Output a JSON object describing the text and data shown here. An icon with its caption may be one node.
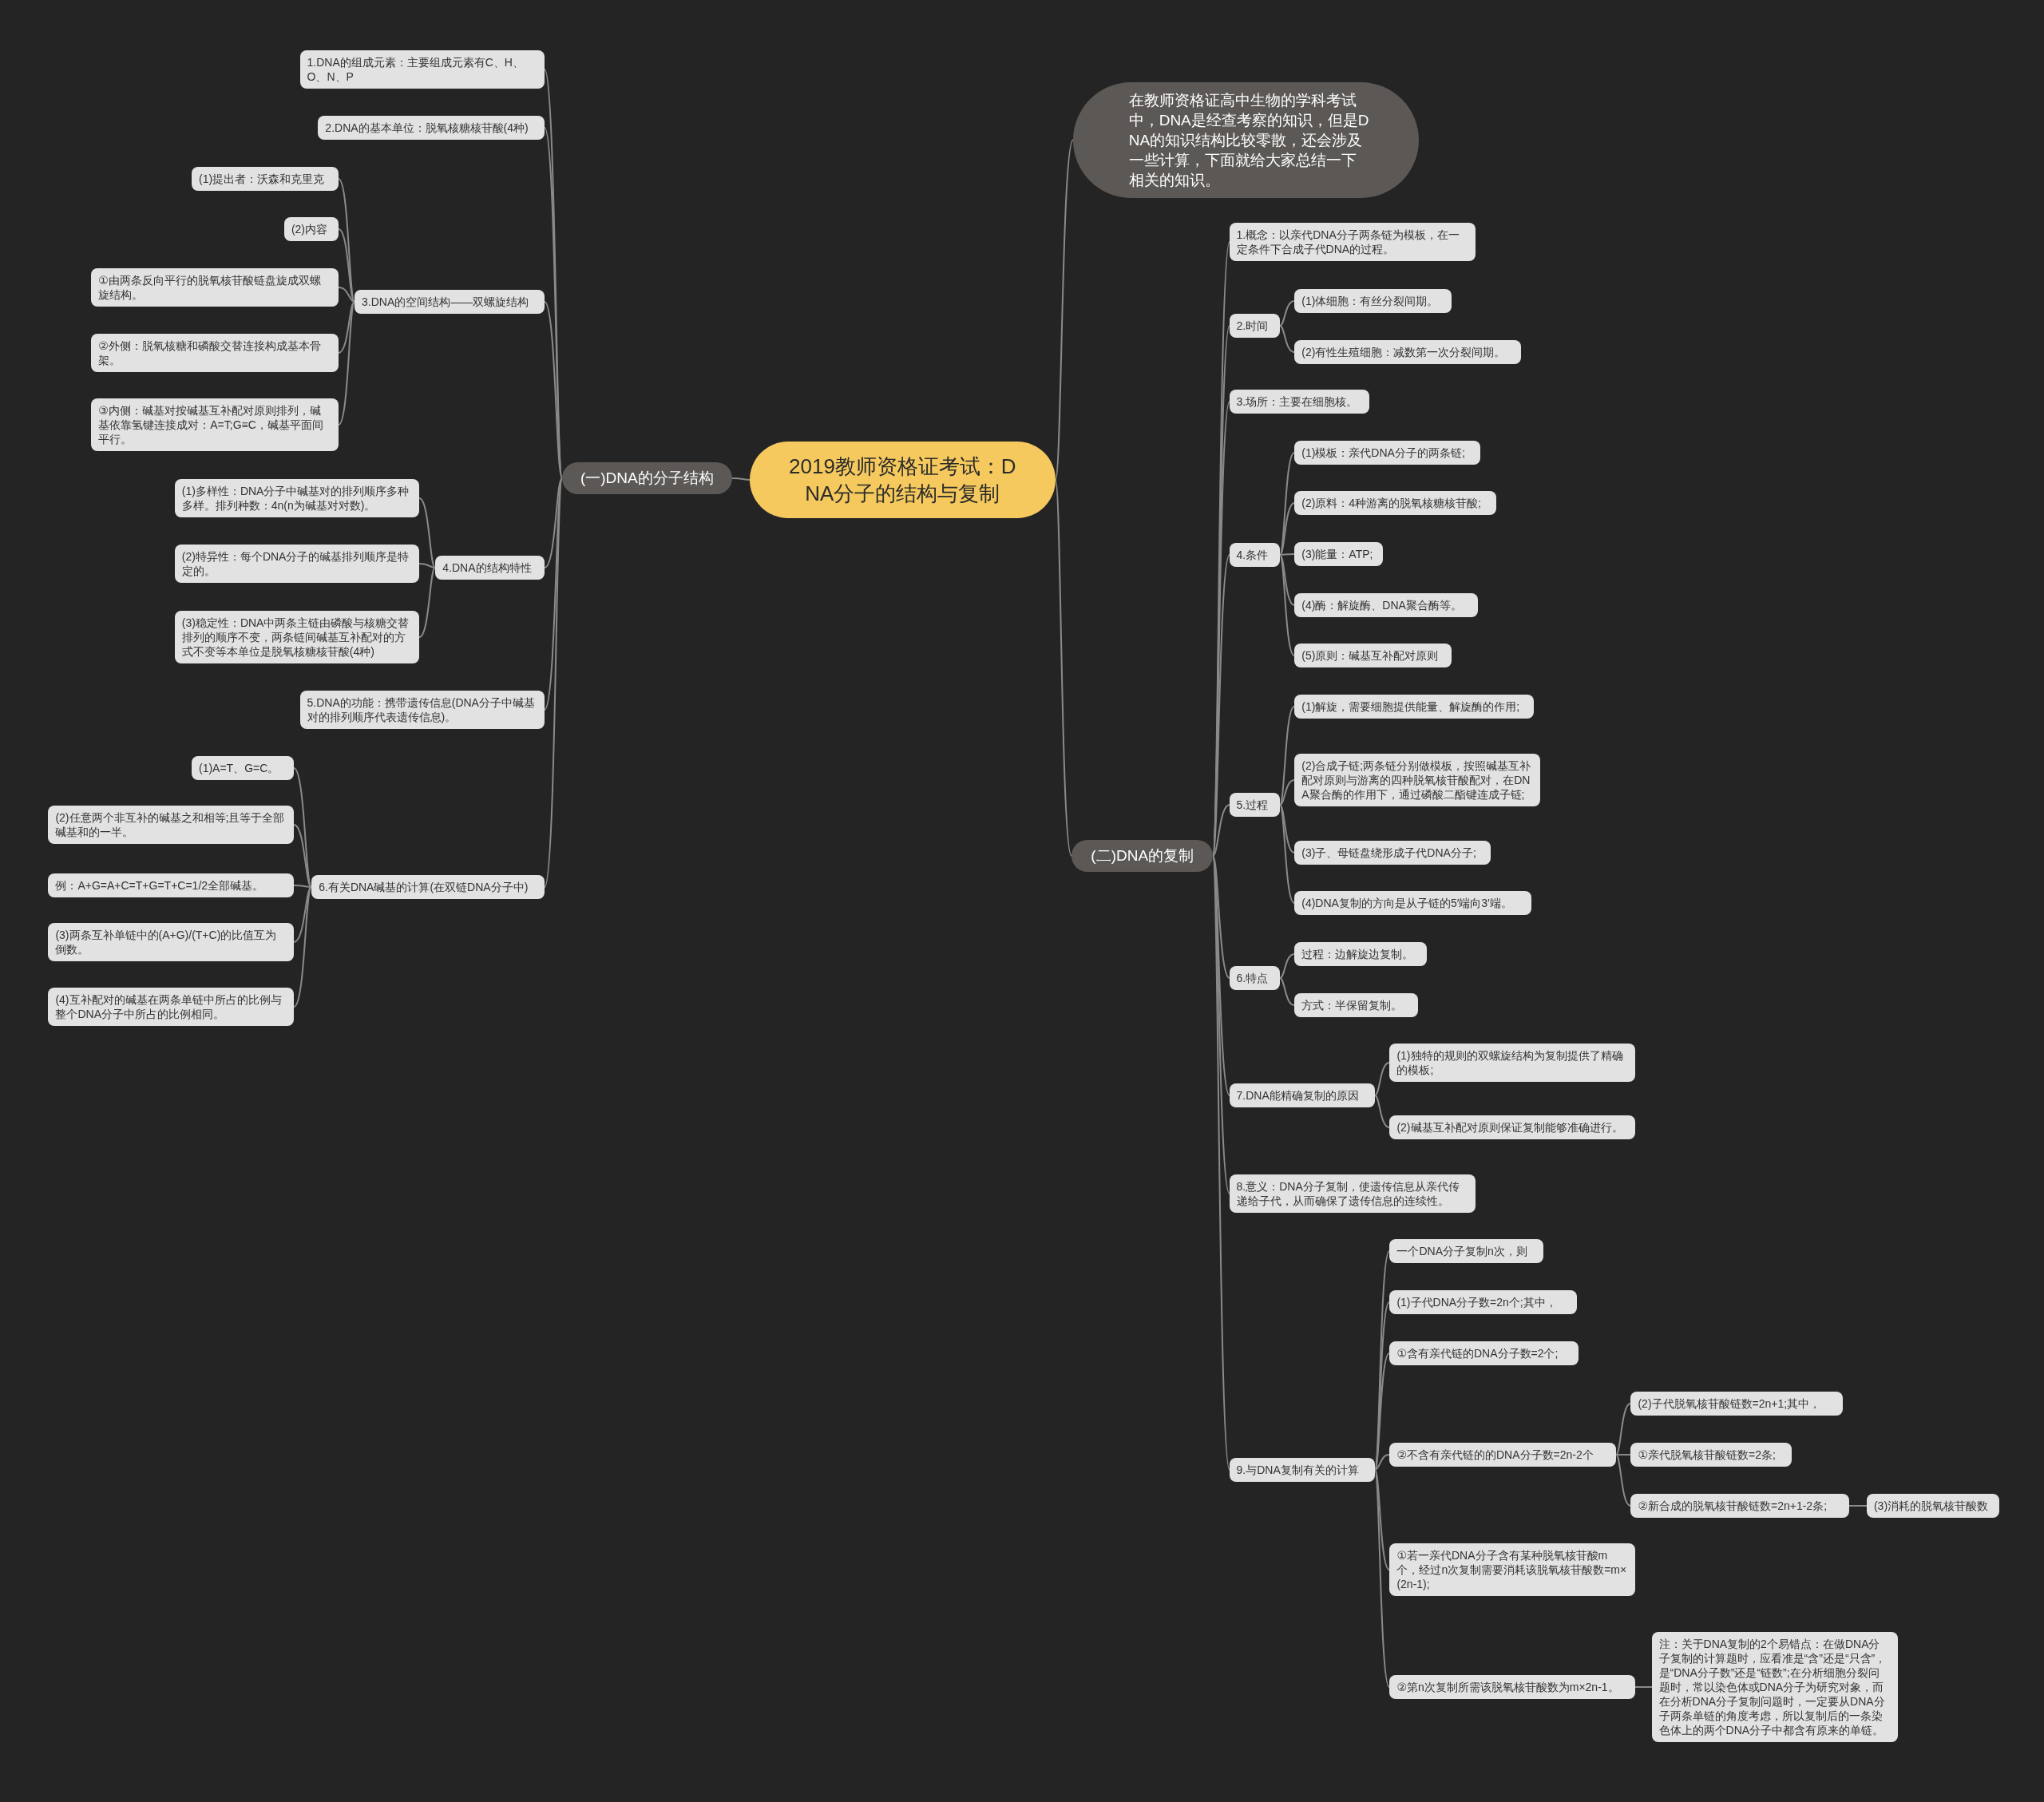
{
  "diagram": {
    "nodes": [
      {
        "text": [
          "2019教师资格证考试：DNA分子的结构与复制"
        ]
      },
      {
        "text": [
          "在教师资格证高中生物的学科考试中，DNA是经查考察的知识，但是DNA的知识结构比较零散，还会涉及一些计算，下面就给大家总结一下相关的知识。"
        ]
      },
      {
        "text": [
          "(一)DNA的分子结构"
        ]
      },
      {
        "text": [
          "1.DNA的组成元素：主要组成元素有C、H、O、N、P"
        ]
      },
      {
        "text": [
          "2.DNA的基本单位：脱氧核糖核苷酸(4种)"
        ]
      },
      {
        "text": [
          "3.DNA的空间结构——双螺旋结构"
        ]
      },
      {
        "text": [
          "(1)提出者：沃森和克里克"
        ]
      },
      {
        "text": [
          "(2)内容"
        ]
      },
      {
        "text": [
          "①由两条反向平行的脱氧核苷酸链盘旋成双螺旋结构。"
        ]
      },
      {
        "text": [
          "②外侧：脱氧核糖和磷酸交替连接构成基本骨架。"
        ]
      },
      {
        "text": [
          "③内侧：碱基对按碱基互补配对原则排列，碱基依靠氢键连接成对：A=T;G≡C，碱基平面间平行。"
        ]
      },
      {
        "text": [
          "4.DNA的结构特性"
        ]
      },
      {
        "text": [
          "(1)多样性：DNA分子中碱基对的排列顺序多种多样。排列种数：4n(n为碱基对对数)。"
        ]
      },
      {
        "text": [
          "(2)特异性：每个DNA分子的碱基排列顺序是特定的。"
        ]
      },
      {
        "text": [
          "(3)稳定性：DNA中两条主链由磷酸与核糖交替排列的顺序不变，两条链间碱基互补配对的方式不变等本单位是脱氧核糖核苷酸(4种)"
        ]
      },
      {
        "text": [
          "5.DNA的功能：携带遗传信息(DNA分子中碱基对的排列顺序代表遗传信息)。"
        ]
      },
      {
        "text": [
          "6.有关DNA碱基的计算(在双链DNA分子中)"
        ]
      },
      {
        "text": [
          "(1)A=T、G=C。"
        ]
      },
      {
        "text": [
          "(2)任意两个非互补的碱基之和相等;且等于全部碱基和的一半。"
        ]
      },
      {
        "text": [
          "例：A+G=A+C=T+G=T+C=1/2全部碱基。"
        ]
      },
      {
        "text": [
          "(3)两条互补单链中的(A+G)/(T+C)的比值互为倒数。"
        ]
      },
      {
        "text": [
          "(4)互补配对的碱基在两条单链中所占的比例与整个DNA分子中所占的比例相同。"
        ]
      },
      {
        "text": [
          "(二)DNA的复制"
        ]
      },
      {
        "text": [
          "1.概念：以亲代DNA分子两条链为模板，在一定条件下合成子代DNA的过程。"
        ]
      },
      {
        "text": [
          "2.时间"
        ]
      },
      {
        "text": [
          "(1)体细胞：有丝分裂间期。"
        ]
      },
      {
        "text": [
          "(2)有性生殖细胞：减数第一次分裂间期。"
        ]
      },
      {
        "text": [
          "3.场所：主要在细胞核。"
        ]
      },
      {
        "text": [
          "4.条件"
        ]
      },
      {
        "text": [
          "(1)模板：亲代DNA分子的两条链;"
        ]
      },
      {
        "text": [
          "(2)原料：4种游离的脱氧核糖核苷酸;"
        ]
      },
      {
        "text": [
          "(3)能量：ATP;"
        ]
      },
      {
        "text": [
          "(4)酶：解旋酶、DNA聚合酶等。"
        ]
      },
      {
        "text": [
          "(5)原则：碱基互补配对原则"
        ]
      },
      {
        "text": [
          "5.过程"
        ]
      },
      {
        "text": [
          "(1)解旋，需要细胞提供能量、解旋酶的作用;"
        ]
      },
      {
        "text": [
          "(2)合成子链;两条链分别做模板，按照碱基互补配对原则与游离的四种脱氧核苷酸配对，在DNA聚合酶的作用下，通过磷酸二酯键连成子链;"
        ]
      },
      {
        "text": [
          "(3)子、母链盘绕形成子代DNA分子;"
        ]
      },
      {
        "text": [
          "(4)DNA复制的方向是从子链的5′端向3′端。"
        ]
      },
      {
        "text": [
          "6.特点"
        ]
      },
      {
        "text": [
          "过程：边解旋边复制。"
        ]
      },
      {
        "text": [
          "方式：半保留复制。"
        ]
      },
      {
        "text": [
          "7.DNA能精确复制的原因"
        ]
      },
      {
        "text": [
          "(1)独特的规则的双螺旋结构为复制提供了精确的模板;"
        ]
      },
      {
        "text": [
          "(2)碱基互补配对原则保证复制能够准确进行。"
        ]
      },
      {
        "text": [
          "8.意义：DNA分子复制，使遗传信息从亲代传递给子代，从而确保了遗传信息的连续性。"
        ]
      },
      {
        "text": [
          "9.与DNA复制有关的计算"
        ]
      },
      {
        "text": [
          "一个DNA分子复制n次，则"
        ]
      },
      {
        "text": [
          "(1)子代DNA分子数=2n个;其中，"
        ]
      },
      {
        "text": [
          "①含有亲代链的DNA分子数=2个;"
        ]
      },
      {
        "text": [
          "②不含有亲代链的的DNA分子数=2n-2个"
        ]
      },
      {
        "text": [
          "(2)子代脱氧核苷酸链数=2n+1;其中，"
        ]
      },
      {
        "text": [
          "①亲代脱氧核苷酸链数=2条;"
        ]
      },
      {
        "text": [
          "②新合成的脱氧核苷酸链数=2n+1-2条;"
        ]
      },
      {
        "text": [
          "(3)消耗的脱氧核苷酸数"
        ]
      },
      {
        "text": [
          "①若一亲代DNA分子含有某种脱氧核苷酸m个，经过n次复制需要消耗该脱氧核苷酸数=m×(2n-1);"
        ]
      },
      {
        "text": [
          "②第n次复制所需该脱氧核苷酸数为m×2n-1。"
        ]
      },
      {
        "text": [
          "注：关于DNA复制的2个易错点：在做DNA分子复制的计算题时，应看准是“含”还是“只含”，是“DNA分子数”还是“链数”;在分析细胞分裂问题时，常以染色体或DNA分子为研究对象，而在分析DNA分子复制问题时，一定要从DNA分子两条单链的角度考虑，所以复制后的一条染色体上的两个DNA分子中都含有原来的单链。"
        ]
      }
    ],
    "edges": [
      {
        "from": 0,
        "to": 1,
        "arrow": "none"
      },
      {
        "from": 0,
        "to": 2,
        "arrow": "none"
      },
      {
        "from": 0,
        "to": 22,
        "arrow": "none"
      },
      {
        "from": 2,
        "to": 3,
        "arrow": "none"
      },
      {
        "from": 2,
        "to": 4,
        "arrow": "none"
      },
      {
        "from": 2,
        "to": 5,
        "arrow": "none"
      },
      {
        "from": 2,
        "to": 11,
        "arrow": "none"
      },
      {
        "from": 2,
        "to": 15,
        "arrow": "none"
      },
      {
        "from": 2,
        "to": 16,
        "arrow": "none"
      },
      {
        "from": 5,
        "to": 6,
        "arrow": "none"
      },
      {
        "from": 5,
        "to": 7,
        "arrow": "none"
      },
      {
        "from": 5,
        "to": 8,
        "arrow": "none"
      },
      {
        "from": 5,
        "to": 9,
        "arrow": "none"
      },
      {
        "from": 5,
        "to": 10,
        "arrow": "none"
      },
      {
        "from": 11,
        "to": 12,
        "arrow": "none"
      },
      {
        "from": 11,
        "to": 13,
        "arrow": "none"
      },
      {
        "from": 11,
        "to": 14,
        "arrow": "none"
      },
      {
        "from": 16,
        "to": 17,
        "arrow": "none"
      },
      {
        "from": 16,
        "to": 18,
        "arrow": "none"
      },
      {
        "from": 16,
        "to": 19,
        "arrow": "none"
      },
      {
        "from": 16,
        "to": 20,
        "arrow": "none"
      },
      {
        "from": 16,
        "to": 21,
        "arrow": "none"
      },
      {
        "from": 22,
        "to": 23,
        "arrow": "none"
      },
      {
        "from": 22,
        "to": 24,
        "arrow": "none"
      },
      {
        "from": 22,
        "to": 27,
        "arrow": "none"
      },
      {
        "from": 22,
        "to": 28,
        "arrow": "none"
      },
      {
        "from": 22,
        "to": 34,
        "arrow": "none"
      },
      {
        "from": 22,
        "to": 39,
        "arrow": "none"
      },
      {
        "from": 22,
        "to": 42,
        "arrow": "none"
      },
      {
        "from": 22,
        "to": 45,
        "arrow": "none"
      },
      {
        "from": 22,
        "to": 46,
        "arrow": "none"
      },
      {
        "from": 24,
        "to": 25,
        "arrow": "none"
      },
      {
        "from": 24,
        "to": 26,
        "arrow": "none"
      },
      {
        "from": 28,
        "to": 29,
        "arrow": "none"
      },
      {
        "from": 28,
        "to": 30,
        "arrow": "none"
      },
      {
        "from": 28,
        "to": 31,
        "arrow": "none"
      },
      {
        "from": 28,
        "to": 32,
        "arrow": "none"
      },
      {
        "from": 28,
        "to": 33,
        "arrow": "none"
      },
      {
        "from": 34,
        "to": 35,
        "arrow": "none"
      },
      {
        "from": 34,
        "to": 36,
        "arrow": "none"
      },
      {
        "from": 34,
        "to": 37,
        "arrow": "none"
      },
      {
        "from": 34,
        "to": 38,
        "arrow": "none"
      },
      {
        "from": 39,
        "to": 40,
        "arrow": "none"
      },
      {
        "from": 39,
        "to": 41,
        "arrow": "none"
      },
      {
        "from": 42,
        "to": 43,
        "arrow": "none"
      },
      {
        "from": 42,
        "to": 44,
        "arrow": "none"
      },
      {
        "from": 46,
        "to": 47,
        "arrow": "none"
      },
      {
        "from": 46,
        "to": 48,
        "arrow": "none"
      },
      {
        "from": 46,
        "to": 49,
        "arrow": "none"
      },
      {
        "from": 46,
        "to": 50,
        "arrow": "none"
      },
      {
        "from": 46,
        "to": 55,
        "arrow": "none"
      },
      {
        "from": 46,
        "to": 56,
        "arrow": "none"
      },
      {
        "from": 50,
        "to": 51,
        "arrow": "none"
      },
      {
        "from": 50,
        "to": 52,
        "arrow": "none"
      },
      {
        "from": 50,
        "to": 53,
        "arrow": "none"
      },
      {
        "from": 53,
        "to": 54,
        "arrow": "none"
      },
      {
        "from": 56,
        "to": 57,
        "arrow": "none"
      }
    ]
  }
}
